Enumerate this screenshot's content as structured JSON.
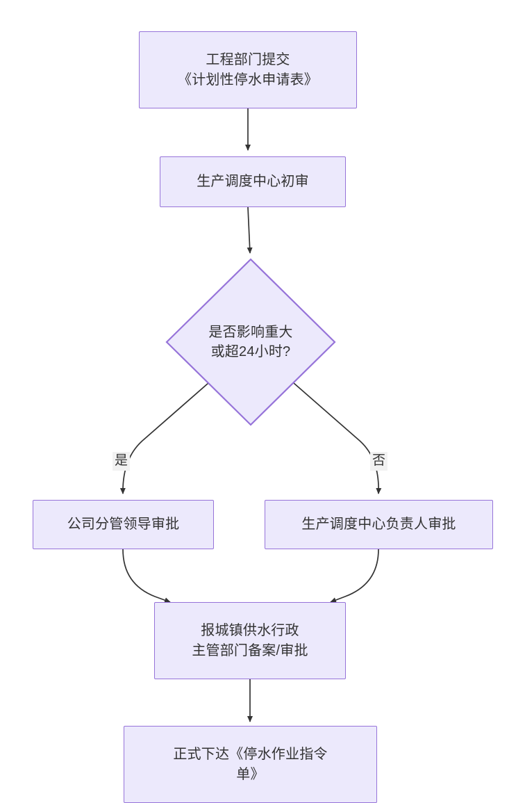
{
  "diagram": {
    "type": "flowchart",
    "direction": "top-to-bottom",
    "background_color": "#ffffff",
    "node_fill_color": "#ece9fc",
    "node_border_color": "#9673d9",
    "text_color": "#333333",
    "edge_color": "#333333",
    "edge_label_background": "#f2f2f2",
    "nodes": [
      {
        "id": "submit",
        "shape": "rectangle",
        "label": "工程部门提交\n《计划性停水申请表》"
      },
      {
        "id": "first-review",
        "shape": "rectangle",
        "label": "生产调度中心初审"
      },
      {
        "id": "decision",
        "shape": "diamond",
        "label": "是否影响重大\n或超24小时?"
      },
      {
        "id": "leader-approval",
        "shape": "rectangle",
        "label": "公司分管领导审批"
      },
      {
        "id": "center-head-approval",
        "shape": "rectangle",
        "label": "生产调度中心负责人审批"
      },
      {
        "id": "government-filing",
        "shape": "rectangle",
        "label": "报城镇供水行政\n主管部门备案/审批"
      },
      {
        "id": "issue-order",
        "shape": "rectangle",
        "label": "正式下达《停水作业指令\n单》"
      }
    ],
    "edges": [
      {
        "id": "e1",
        "from": "submit",
        "to": "first-review",
        "label": ""
      },
      {
        "id": "e2",
        "from": "first-review",
        "to": "decision",
        "label": ""
      },
      {
        "id": "e3",
        "from": "decision",
        "to": "leader-approval",
        "label": "是"
      },
      {
        "id": "e4",
        "from": "decision",
        "to": "center-head-approval",
        "label": "否"
      },
      {
        "id": "e5",
        "from": "leader-approval",
        "to": "government-filing",
        "label": ""
      },
      {
        "id": "e6",
        "from": "center-head-approval",
        "to": "government-filing",
        "label": ""
      },
      {
        "id": "e7",
        "from": "government-filing",
        "to": "issue-order",
        "label": ""
      }
    ]
  }
}
